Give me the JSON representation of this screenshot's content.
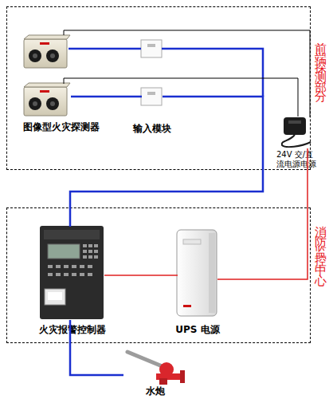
{
  "diagram": {
    "nodes": [
      {
        "text": [
          "前端探测部分"
        ]
      },
      {
        "text": [
          "图像型火灾探测器"
        ],
        "in": 0
      },
      {
        "text": [
          "输入模块"
        ],
        "in": 0
      },
      {
        "text": [
          "24V 交/直 流电源电源"
        ],
        "in": 0
      },
      {
        "text": [
          "消防监控中心"
        ]
      },
      {
        "text": [
          "火灾报警控制器"
        ],
        "in": 4
      },
      {
        "text": [
          "UPS 电源"
        ],
        "in": 4
      },
      {
        "text": [
          "水炮"
        ]
      }
    ],
    "edges": [
      {
        "from": 1,
        "to": 2,
        "arrow": "none"
      },
      {
        "from": 2,
        "to": 5,
        "arrow": "none"
      },
      {
        "from": 1,
        "to": 3,
        "arrow": "none"
      },
      {
        "from": 3,
        "to": 6,
        "arrow": "none"
      },
      {
        "from": 6,
        "to": 5,
        "arrow": "none"
      },
      {
        "from": 5,
        "to": 7,
        "arrow": "none"
      }
    ]
  }
}
